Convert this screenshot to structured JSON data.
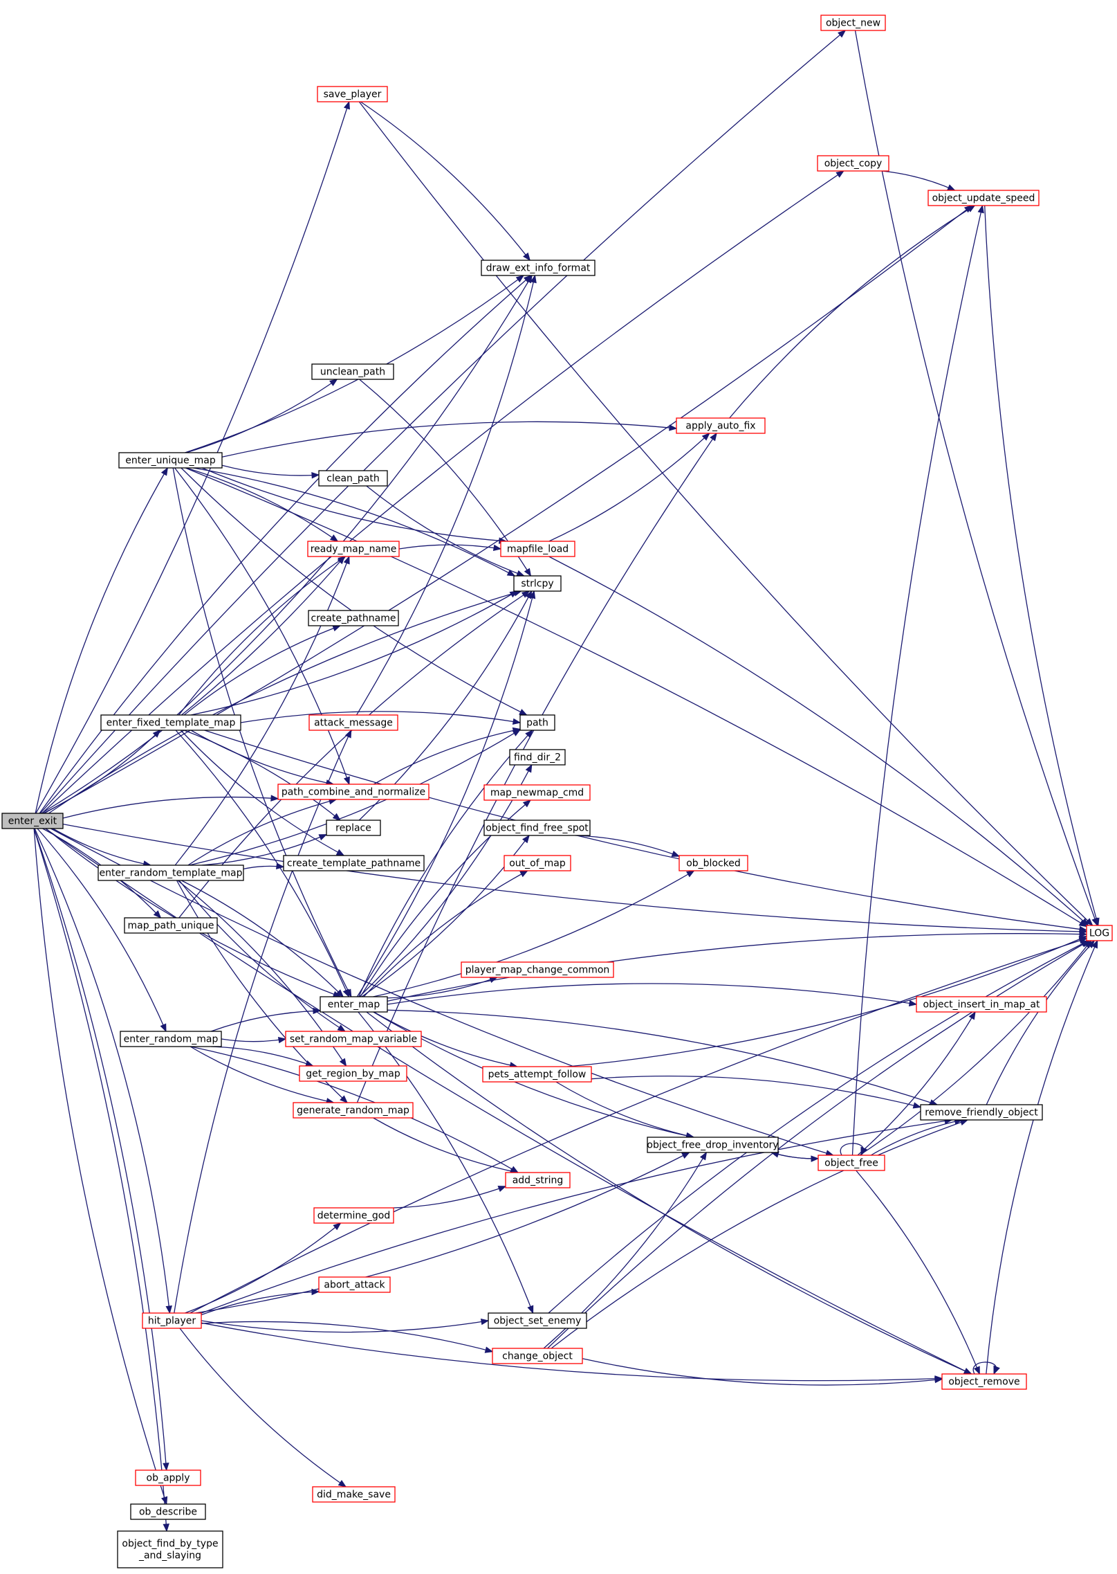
{
  "colors": {
    "edge": "#191970",
    "border_default": "#000000",
    "border_truncated": "#ff0000",
    "root_fill": "#bfbfbf"
  },
  "nodes": [
    {
      "id": "enter_exit",
      "label": "enter_exit",
      "style": "root"
    },
    {
      "id": "object_new",
      "label": "object_new",
      "style": "red"
    },
    {
      "id": "save_player",
      "label": "save_player",
      "style": "red"
    },
    {
      "id": "object_copy",
      "label": "object_copy",
      "style": "red"
    },
    {
      "id": "object_update_speed",
      "label": "object_update_speed",
      "style": "red"
    },
    {
      "id": "draw_ext_info_format",
      "label": "draw_ext_info_format",
      "style": "black"
    },
    {
      "id": "unclean_path",
      "label": "unclean_path",
      "style": "black"
    },
    {
      "id": "apply_auto_fix",
      "label": "apply_auto_fix",
      "style": "red"
    },
    {
      "id": "enter_unique_map",
      "label": "enter_unique_map",
      "style": "black"
    },
    {
      "id": "clean_path",
      "label": "clean_path",
      "style": "black"
    },
    {
      "id": "ready_map_name",
      "label": "ready_map_name",
      "style": "red"
    },
    {
      "id": "mapfile_load",
      "label": "mapfile_load",
      "style": "red"
    },
    {
      "id": "strlcpy",
      "label": "strlcpy",
      "style": "black"
    },
    {
      "id": "create_pathname",
      "label": "create_pathname",
      "style": "black"
    },
    {
      "id": "enter_fixed_template_map",
      "label": "enter_fixed_template_map",
      "style": "black"
    },
    {
      "id": "attack_message",
      "label": "attack_message",
      "style": "red"
    },
    {
      "id": "path",
      "label": "path",
      "style": "black"
    },
    {
      "id": "find_dir_2",
      "label": "find_dir_2",
      "style": "black"
    },
    {
      "id": "path_combine_and_normalize",
      "label": "path_combine_and_normalize",
      "style": "red"
    },
    {
      "id": "map_newmap_cmd",
      "label": "map_newmap_cmd",
      "style": "red"
    },
    {
      "id": "replace",
      "label": "replace",
      "style": "black"
    },
    {
      "id": "object_find_free_spot",
      "label": "object_find_free_spot",
      "style": "black"
    },
    {
      "id": "enter_random_template_map",
      "label": "enter_random_template_map",
      "style": "black"
    },
    {
      "id": "create_template_pathname",
      "label": "create_template_pathname",
      "style": "black"
    },
    {
      "id": "out_of_map",
      "label": "out_of_map",
      "style": "red"
    },
    {
      "id": "ob_blocked",
      "label": "ob_blocked",
      "style": "red"
    },
    {
      "id": "map_path_unique",
      "label": "map_path_unique",
      "style": "black"
    },
    {
      "id": "LOG",
      "label": "LOG",
      "style": "red"
    },
    {
      "id": "player_map_change_common",
      "label": "player_map_change_common",
      "style": "red"
    },
    {
      "id": "enter_map",
      "label": "enter_map",
      "style": "black"
    },
    {
      "id": "object_insert_in_map_at",
      "label": "object_insert_in_map_at",
      "style": "red"
    },
    {
      "id": "enter_random_map",
      "label": "enter_random_map",
      "style": "black"
    },
    {
      "id": "set_random_map_variable",
      "label": "set_random_map_variable",
      "style": "red"
    },
    {
      "id": "get_region_by_map",
      "label": "get_region_by_map",
      "style": "red"
    },
    {
      "id": "pets_attempt_follow",
      "label": "pets_attempt_follow",
      "style": "red"
    },
    {
      "id": "generate_random_map",
      "label": "generate_random_map",
      "style": "red"
    },
    {
      "id": "remove_friendly_object",
      "label": "remove_friendly_object",
      "style": "black"
    },
    {
      "id": "object_free_drop_inventory",
      "label": "object_free_drop_inventory",
      "style": "black"
    },
    {
      "id": "object_free",
      "label": "object_free",
      "style": "red"
    },
    {
      "id": "add_string",
      "label": "add_string",
      "style": "red"
    },
    {
      "id": "determine_god",
      "label": "determine_god",
      "style": "red"
    },
    {
      "id": "abort_attack",
      "label": "abort_attack",
      "style": "red"
    },
    {
      "id": "hit_player",
      "label": "hit_player",
      "style": "red"
    },
    {
      "id": "object_set_enemy",
      "label": "object_set_enemy",
      "style": "black"
    },
    {
      "id": "change_object",
      "label": "change_object",
      "style": "red"
    },
    {
      "id": "object_remove",
      "label": "object_remove",
      "style": "red"
    },
    {
      "id": "ob_apply",
      "label": "ob_apply",
      "style": "red"
    },
    {
      "id": "did_make_save",
      "label": "did_make_save",
      "style": "red"
    },
    {
      "id": "ob_describe",
      "label": "ob_describe",
      "style": "black"
    },
    {
      "id": "object_find_by_type_and_slaying",
      "label": "object_find_by_type\n_and_slaying",
      "style": "black"
    }
  ],
  "edges": [
    [
      "enter_exit",
      "object_new"
    ],
    [
      "enter_exit",
      "save_player"
    ],
    [
      "enter_exit",
      "object_copy"
    ],
    [
      "enter_exit",
      "object_update_speed"
    ],
    [
      "enter_exit",
      "draw_ext_info_format"
    ],
    [
      "enter_exit",
      "LOG"
    ],
    [
      "enter_exit",
      "enter_unique_map"
    ],
    [
      "enter_exit",
      "ready_map_name"
    ],
    [
      "enter_exit",
      "strlcpy"
    ],
    [
      "enter_exit",
      "enter_fixed_template_map"
    ],
    [
      "enter_exit",
      "path_combine_and_normalize"
    ],
    [
      "enter_exit",
      "enter_random_template_map"
    ],
    [
      "enter_exit",
      "map_path_unique"
    ],
    [
      "enter_exit",
      "enter_map"
    ],
    [
      "enter_exit",
      "enter_random_map"
    ],
    [
      "enter_exit",
      "object_free"
    ],
    [
      "enter_exit",
      "hit_player"
    ],
    [
      "enter_exit",
      "object_remove"
    ],
    [
      "enter_exit",
      "ob_apply"
    ],
    [
      "enter_exit",
      "ob_describe"
    ],
    [
      "enter_exit",
      "object_find_by_type_and_slaying"
    ],
    [
      "object_new",
      "LOG"
    ],
    [
      "save_player",
      "draw_ext_info_format"
    ],
    [
      "save_player",
      "LOG"
    ],
    [
      "object_copy",
      "object_update_speed"
    ],
    [
      "object_update_speed",
      "LOG"
    ],
    [
      "apply_auto_fix",
      "object_update_speed"
    ],
    [
      "enter_unique_map",
      "draw_ext_info_format"
    ],
    [
      "enter_unique_map",
      "LOG"
    ],
    [
      "enter_unique_map",
      "unclean_path"
    ],
    [
      "enter_unique_map",
      "apply_auto_fix"
    ],
    [
      "enter_unique_map",
      "clean_path"
    ],
    [
      "enter_unique_map",
      "ready_map_name"
    ],
    [
      "enter_unique_map",
      "mapfile_load"
    ],
    [
      "enter_unique_map",
      "strlcpy"
    ],
    [
      "enter_unique_map",
      "path"
    ],
    [
      "enter_unique_map",
      "path_combine_and_normalize"
    ],
    [
      "enter_unique_map",
      "enter_map"
    ],
    [
      "unclean_path",
      "strlcpy"
    ],
    [
      "clean_path",
      "strlcpy"
    ],
    [
      "ready_map_name",
      "mapfile_load"
    ],
    [
      "mapfile_load",
      "apply_auto_fix"
    ],
    [
      "mapfile_load",
      "LOG"
    ],
    [
      "enter_fixed_template_map",
      "draw_ext_info_format"
    ],
    [
      "enter_fixed_template_map",
      "ready_map_name"
    ],
    [
      "enter_fixed_template_map",
      "strlcpy"
    ],
    [
      "enter_fixed_template_map",
      "create_pathname"
    ],
    [
      "enter_fixed_template_map",
      "LOG"
    ],
    [
      "enter_fixed_template_map",
      "path"
    ],
    [
      "enter_fixed_template_map",
      "path_combine_and_normalize"
    ],
    [
      "enter_fixed_template_map",
      "replace"
    ],
    [
      "enter_fixed_template_map",
      "create_template_pathname"
    ],
    [
      "enter_fixed_template_map",
      "enter_map"
    ],
    [
      "attack_message",
      "draw_ext_info_format"
    ],
    [
      "path_combine_and_normalize",
      "path"
    ],
    [
      "replace",
      "strlcpy"
    ],
    [
      "object_find_free_spot",
      "ob_blocked"
    ],
    [
      "enter_random_template_map",
      "ready_map_name"
    ],
    [
      "enter_random_template_map",
      "path_combine_and_normalize"
    ],
    [
      "enter_random_template_map",
      "replace"
    ],
    [
      "enter_random_template_map",
      "create_template_pathname"
    ],
    [
      "enter_random_template_map",
      "path"
    ],
    [
      "enter_random_template_map",
      "enter_map"
    ],
    [
      "enter_random_template_map",
      "set_random_map_variable"
    ],
    [
      "enter_random_template_map",
      "get_region_by_map"
    ],
    [
      "enter_random_template_map",
      "generate_random_map"
    ],
    [
      "map_path_unique",
      "strlcpy"
    ],
    [
      "enter_map",
      "strlcpy"
    ],
    [
      "enter_map",
      "path"
    ],
    [
      "enter_map",
      "find_dir_2"
    ],
    [
      "enter_map",
      "map_newmap_cmd"
    ],
    [
      "enter_map",
      "object_find_free_spot"
    ],
    [
      "enter_map",
      "out_of_map"
    ],
    [
      "enter_map",
      "ob_blocked"
    ],
    [
      "enter_map",
      "LOG"
    ],
    [
      "enter_map",
      "player_map_change_common"
    ],
    [
      "enter_map",
      "object_insert_in_map_at"
    ],
    [
      "enter_map",
      "pets_attempt_follow"
    ],
    [
      "enter_map",
      "remove_friendly_object"
    ],
    [
      "enter_map",
      "object_free_drop_inventory"
    ],
    [
      "enter_map",
      "object_set_enemy"
    ],
    [
      "enter_map",
      "object_remove"
    ],
    [
      "enter_random_map",
      "enter_map"
    ],
    [
      "enter_random_map",
      "set_random_map_variable"
    ],
    [
      "enter_random_map",
      "get_region_by_map"
    ],
    [
      "enter_random_map",
      "generate_random_map"
    ],
    [
      "enter_random_map",
      "add_string"
    ],
    [
      "pets_attempt_follow",
      "LOG"
    ],
    [
      "pets_attempt_follow",
      "remove_friendly_object"
    ],
    [
      "pets_attempt_follow",
      "object_free_drop_inventory"
    ],
    [
      "generate_random_map",
      "apply_auto_fix"
    ],
    [
      "generate_random_map",
      "add_string"
    ],
    [
      "remove_friendly_object",
      "LOG"
    ],
    [
      "object_free_drop_inventory",
      "object_free"
    ],
    [
      "object_free",
      "object_free_drop_inventory"
    ],
    [
      "object_free",
      "object_free"
    ],
    [
      "object_free",
      "object_update_speed"
    ],
    [
      "object_free",
      "object_insert_in_map_at"
    ],
    [
      "object_free",
      "remove_friendly_object"
    ],
    [
      "object_free",
      "LOG"
    ],
    [
      "object_free",
      "object_remove"
    ],
    [
      "determine_god",
      "add_string"
    ],
    [
      "hit_player",
      "attack_message"
    ],
    [
      "hit_player",
      "determine_god"
    ],
    [
      "hit_player",
      "abort_attack"
    ],
    [
      "hit_player",
      "object_free_drop_inventory"
    ],
    [
      "hit_player",
      "remove_friendly_object"
    ],
    [
      "hit_player",
      "object_set_enemy"
    ],
    [
      "hit_player",
      "change_object"
    ],
    [
      "hit_player",
      "object_remove"
    ],
    [
      "hit_player",
      "LOG"
    ],
    [
      "hit_player",
      "did_make_save"
    ],
    [
      "object_set_enemy",
      "LOG"
    ],
    [
      "change_object",
      "object_free_drop_inventory"
    ],
    [
      "change_object",
      "remove_friendly_object"
    ],
    [
      "change_object",
      "object_remove"
    ],
    [
      "change_object",
      "LOG"
    ],
    [
      "object_remove",
      "object_remove"
    ],
    [
      "object_remove",
      "LOG"
    ]
  ]
}
